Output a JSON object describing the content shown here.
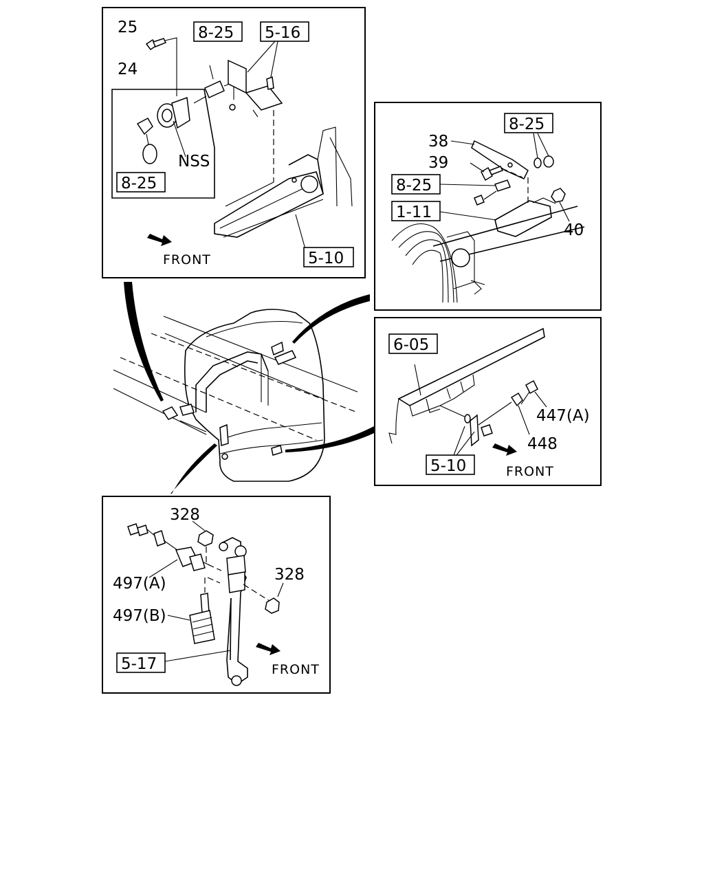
{
  "diagram": {
    "panel_top_left": {
      "labels": [
        "25",
        "24",
        "NSS"
      ],
      "refs": [
        "8-25",
        "5-16",
        "8-25",
        "5-10"
      ],
      "front": "FRONT"
    },
    "panel_right_top": {
      "labels": [
        "38",
        "39",
        "40"
      ],
      "refs": [
        "8-25",
        "8-25",
        "1-11"
      ]
    },
    "panel_right_mid": {
      "labels": [
        "447(A)",
        "448"
      ],
      "refs": [
        "6-05",
        "5-10"
      ],
      "front": "FRONT"
    },
    "panel_bottom": {
      "labels": [
        "328",
        "328",
        "497(A)",
        "497(B)"
      ],
      "refs": [
        "5-17"
      ],
      "front": "FRONT"
    }
  }
}
